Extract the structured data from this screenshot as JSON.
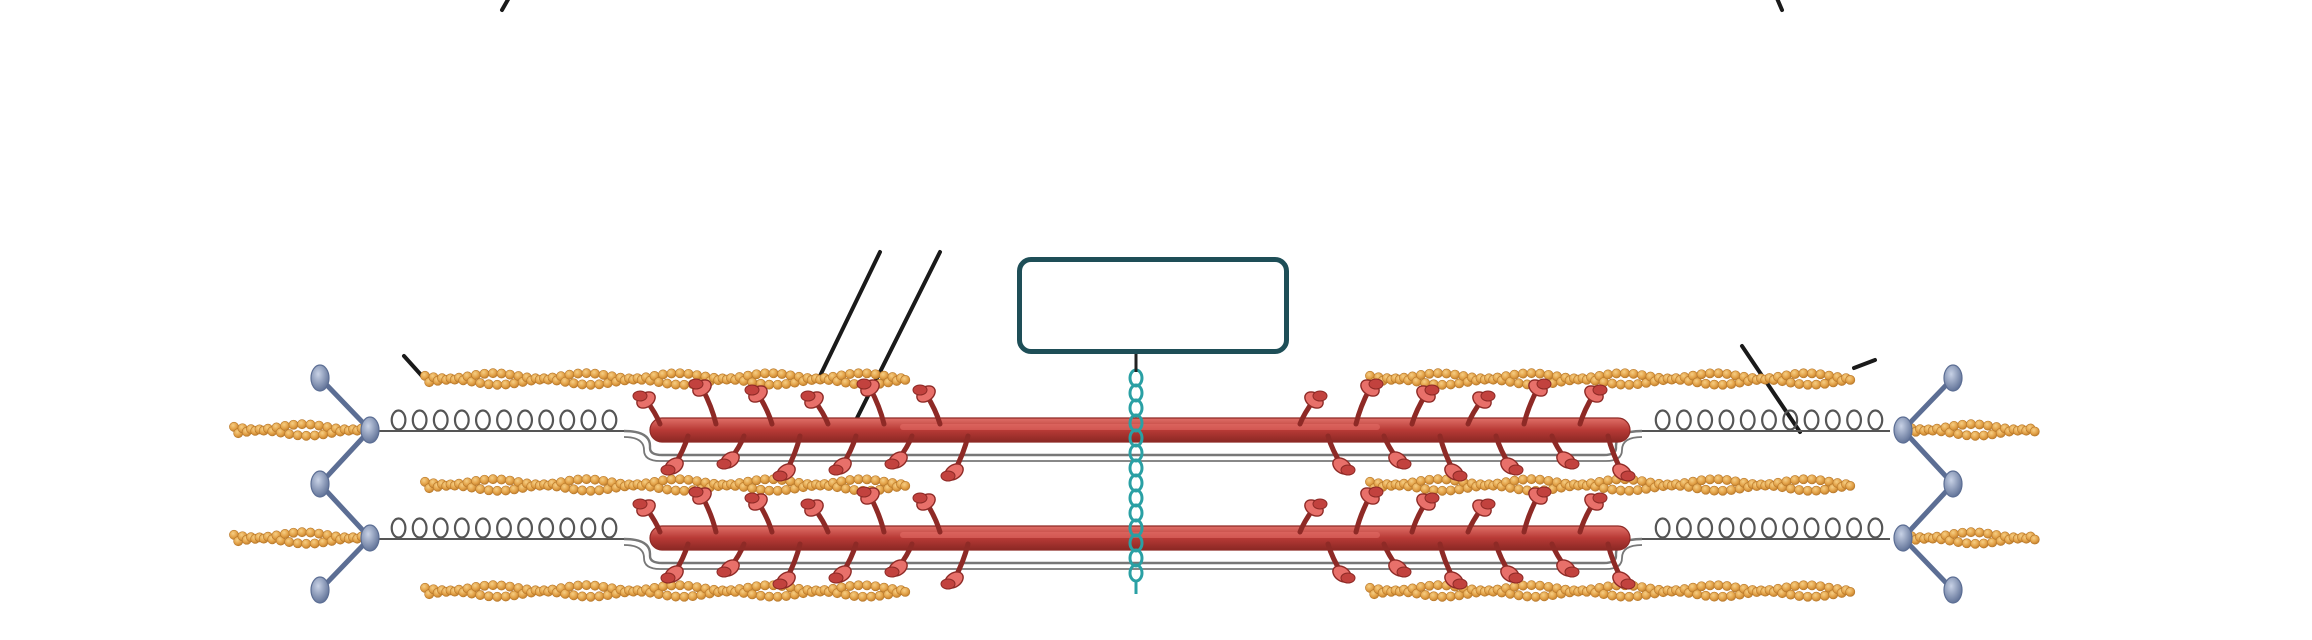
{
  "figure": {
    "top_caption_fragment": "",
    "label_box_text": "",
    "colors": {
      "actin_bead": "#e8a84a",
      "actin_bead_shadow": "#b8782a",
      "myosin": "#c2423e",
      "myosin_light": "#e8706a",
      "myosin_dark": "#8e2a26",
      "z_disc": "#5c6e94",
      "z_disc_node": "#8e9cbc",
      "titin_coil": "#555555",
      "titin_line": "#777777",
      "m_line_chain": "#2aa0a4",
      "leader_line": "#1a1a1a",
      "label_box_border": "#1e4e57"
    },
    "icons": [
      "actin-filament",
      "myosin-thick-filament",
      "titin-spring",
      "z-disc",
      "m-line"
    ]
  }
}
